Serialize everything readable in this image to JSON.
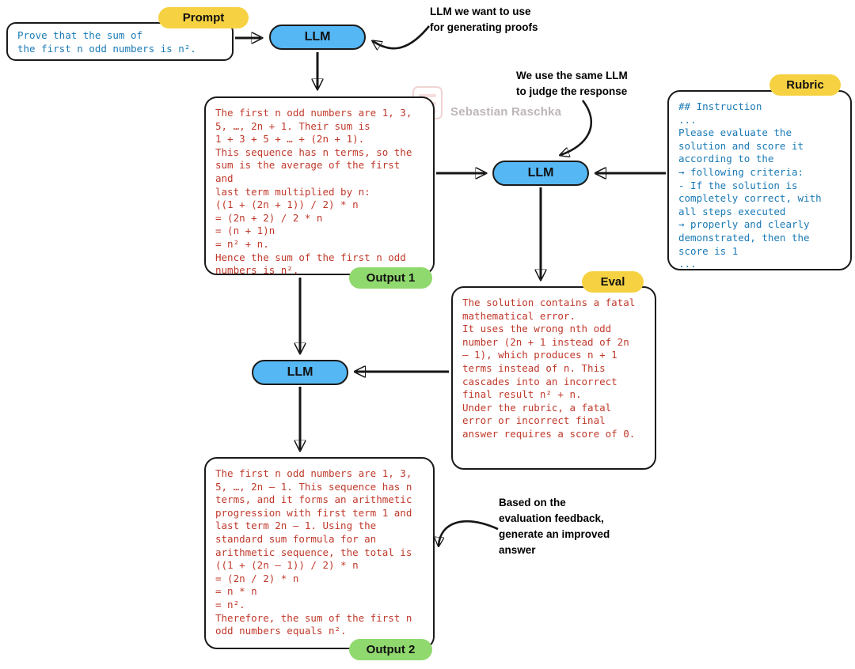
{
  "prompt": {
    "badge": "Prompt",
    "text": "Prove that the sum of\nthe first n odd numbers is n²."
  },
  "llm": {
    "generator_label": "LLM",
    "judge_label": "LLM",
    "refiner_label": "LLM"
  },
  "output1": {
    "badge": "Output 1",
    "text": "The first n odd numbers are 1, 3,\n5, …, 2n + 1. Their sum is\n1 + 3 + 5 + … + (2n + 1).\nThis sequence has n terms, so the\nsum is the average of the first and\nlast term multiplied by n:\n((1 + (2n + 1)) / 2) * n\n= (2n + 2) / 2 * n\n= (n + 1)n\n= n² + n.\nHence the sum of the first n odd\nnumbers is n²."
  },
  "rubric": {
    "badge": "Rubric",
    "text": "## Instruction\n...\nPlease evaluate the\nsolution and score it\naccording to the\n→ following criteria:\n- If the solution is\ncompletely correct, with\nall steps executed\n→ properly and clearly\ndemonstrated, then the\nscore is 1\n..."
  },
  "eval": {
    "badge": "Eval",
    "text": "The solution contains a fatal\nmathematical error.\nIt uses the wrong nth odd\nnumber (2n + 1 instead of 2n\n– 1), which produces n + 1\nterms instead of n. This\ncascades into an incorrect\nfinal result n² + n.\nUnder the rubric, a fatal\nerror or incorrect final\nanswer requires a score of 0."
  },
  "output2": {
    "badge": "Output 2",
    "text": "The first n odd numbers are 1, 3,\n5, …, 2n – 1. This sequence has n\nterms, and it forms an arithmetic\nprogression with first term 1 and\nlast term 2n – 1. Using the\nstandard sum formula for an\narithmetic sequence, the total is\n((1 + (2n – 1)) / 2) * n\n= (2n / 2) * n\n= n * n\n= n².\nTherefore, the sum of the first n\nodd numbers equals n²."
  },
  "annotations": {
    "generator": "LLM we want to use\nfor generating proofs",
    "judge": "We use the same LLM\nto judge the response",
    "improve": "Based on the\nevaluation feedback,\ngenerate an improved\nanswer"
  },
  "watermark": {
    "name": "Sebastian Raschka"
  },
  "colors": {
    "llm_fill": "#55b7f3",
    "badge_yellow": "#f6d243",
    "badge_green": "#90d96e",
    "code_red": "#c0392b",
    "code_blue": "#1a7ab5",
    "arrow": "#161616"
  }
}
